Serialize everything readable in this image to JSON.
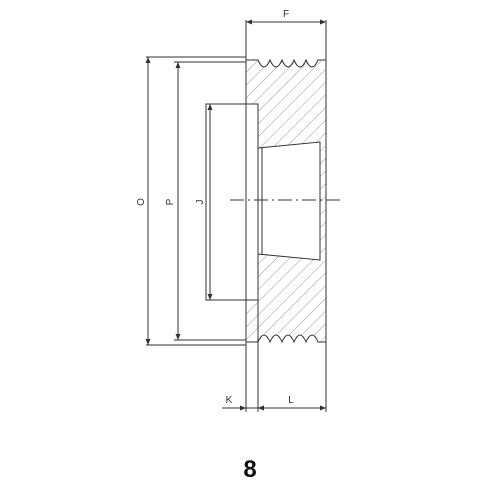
{
  "dimension_labels": {
    "F": "F",
    "O": "O",
    "P": "P",
    "J": "J",
    "K": "K",
    "L": "L"
  },
  "figure_number": "8",
  "colors": {
    "line": "#333333",
    "hatch": "#9a9a9a",
    "centerline": "#333333"
  }
}
